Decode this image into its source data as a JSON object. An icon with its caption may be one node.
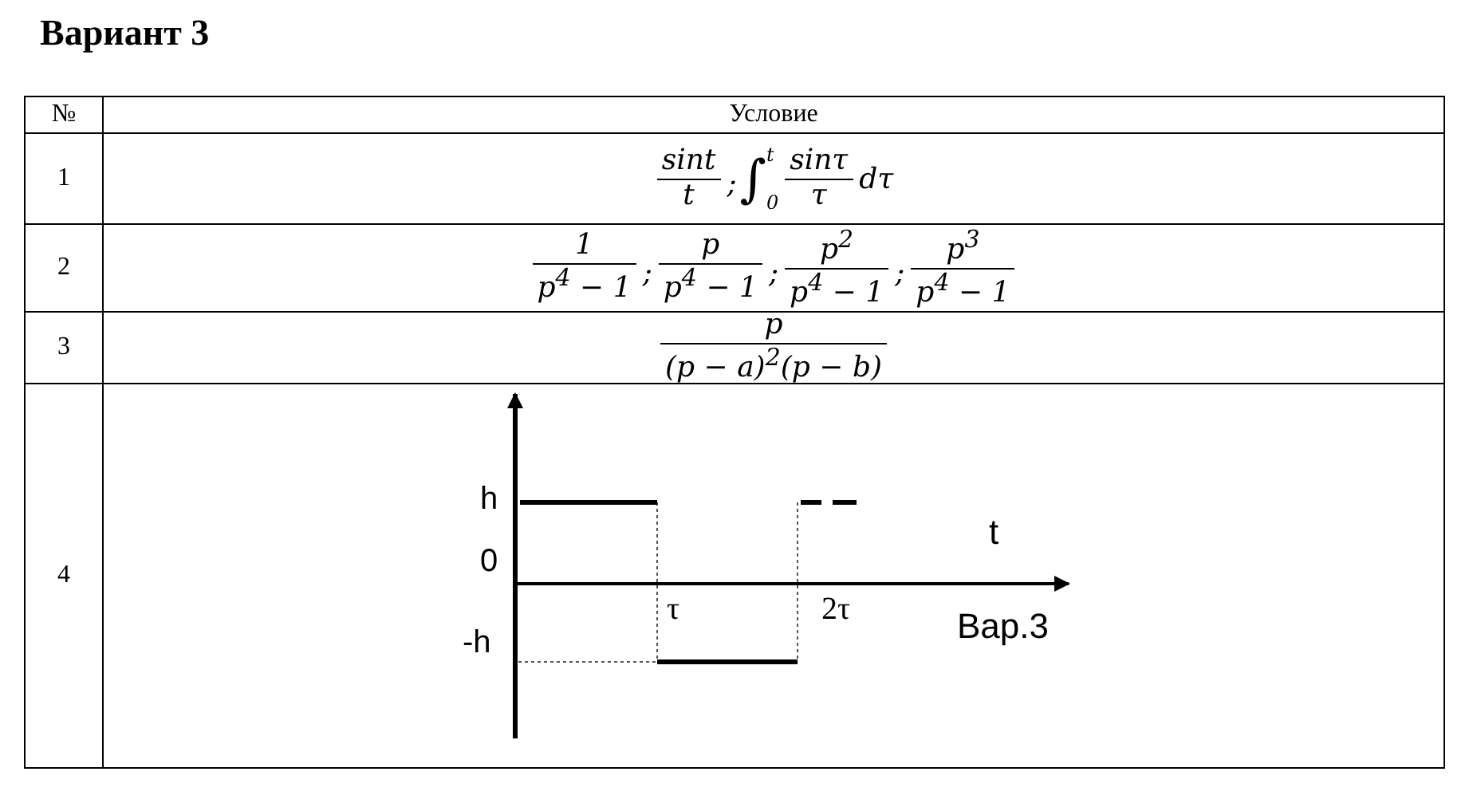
{
  "diagram": {
    "title": "Вариант 3",
    "labels": [
      "№",
      "Условие",
      "1",
      "sint",
      "t",
      ";",
      "∫",
      "t",
      "0",
      "sinτ",
      "τ",
      "dτ",
      "2",
      "1",
      "p$^{4}$ − 1",
      ";",
      "p",
      "p$^{4}$ − 1",
      ";",
      "p$^{2}$",
      "p$^{4}$ − 1",
      ";",
      "p$^{3}$",
      "p$^{4}$ − 1",
      "3",
      "p",
      "(p − a)$^{2}$(p − b)",
      "4",
      "h",
      "0",
      "-h",
      "t",
      "τ",
      "2τ",
      "Вар.3"
    ]
  }
}
